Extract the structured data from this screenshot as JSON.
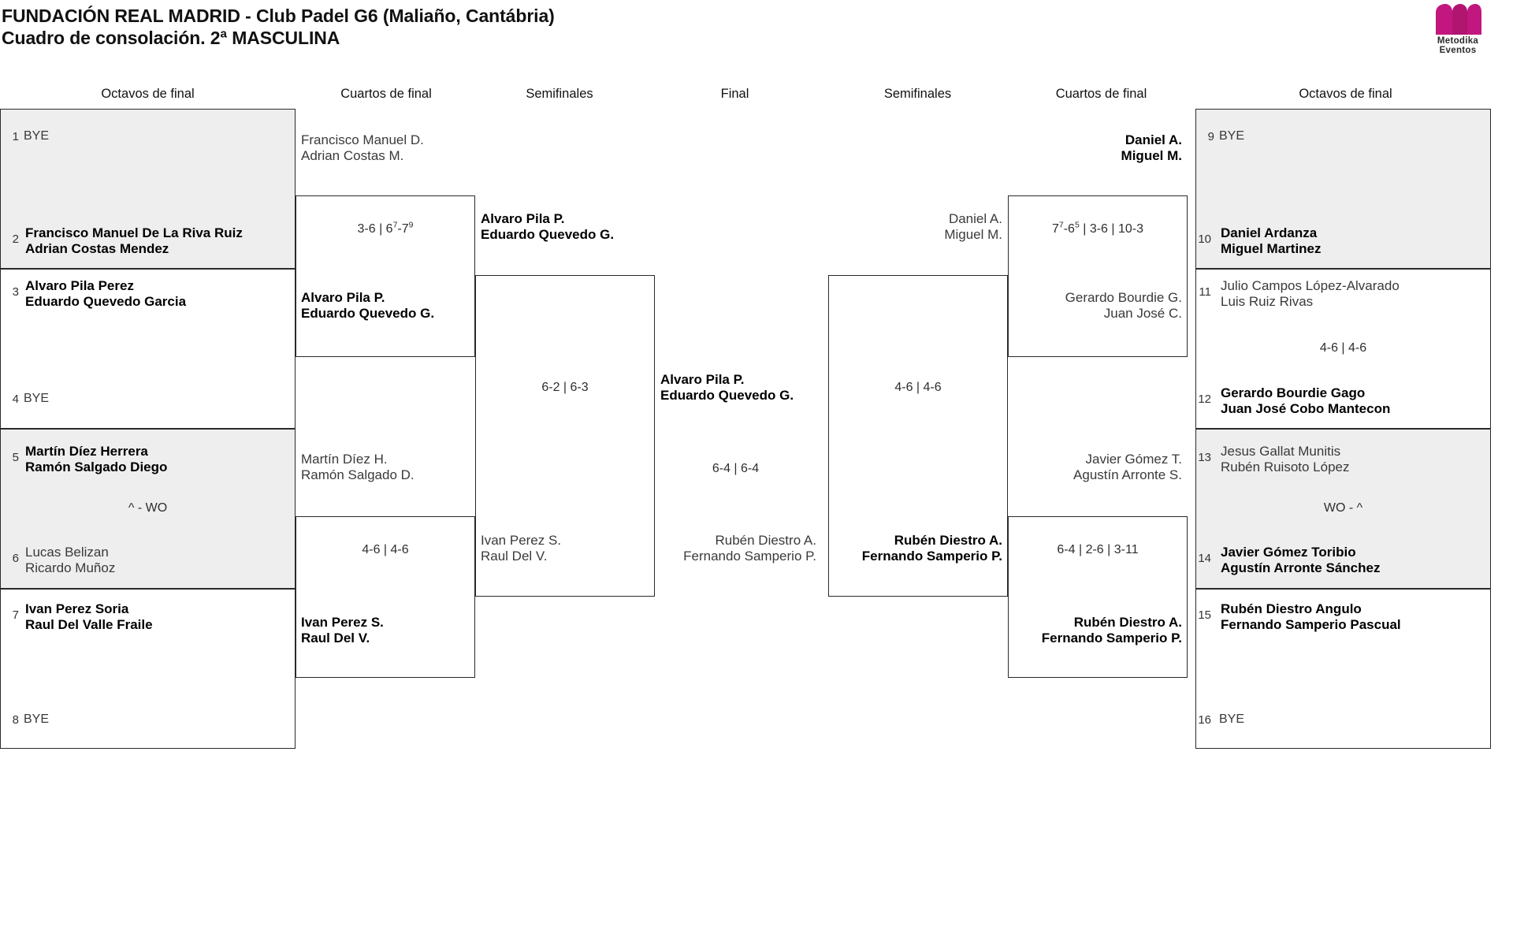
{
  "header": {
    "title_line1": "FUNDACIÓN REAL MADRID - Club Padel G6 (Maliaño, Cantábria)",
    "title_line2": "Cuadro de consolación. 2ª MASCULINA",
    "logo": {
      "name": "metodika-eventos-logo",
      "line1": "Metodika",
      "line2": "Eventos",
      "color": "#c2177e"
    }
  },
  "round_labels": {
    "left_octavos": "Octavos de final",
    "left_cuartos": "Cuartos de final",
    "left_semis": "Semifinales",
    "final": "Final",
    "right_semis": "Semifinales",
    "right_cuartos": "Cuartos de final",
    "right_octavos": "Octavos de final"
  },
  "bracket": {
    "left_octavos": [
      {
        "seed": "1",
        "bye": "BYE",
        "p1": "",
        "p2": "",
        "winner": false
      },
      {
        "seed": "2",
        "bye": "",
        "p1": "Francisco Manuel De La Riva Ruiz",
        "p2": "Adrian Costas Mendez",
        "winner": true
      },
      {
        "seed": "3",
        "bye": "",
        "p1": "Alvaro Pila Perez",
        "p2": "Eduardo Quevedo Garcia",
        "winner": true
      },
      {
        "seed": "4",
        "bye": "BYE",
        "p1": "",
        "p2": "",
        "winner": false
      },
      {
        "seed": "5",
        "bye": "",
        "p1": "Martín Díez Herrera",
        "p2": "Ramón Salgado Diego",
        "winner": true
      },
      {
        "seed": "6",
        "bye": "",
        "p1": "Lucas Belizan",
        "p2": "Ricardo Muñoz",
        "winner": false
      },
      {
        "seed": "7",
        "bye": "",
        "p1": "Ivan Perez Soria",
        "p2": "Raul Del Valle Fraile",
        "winner": true
      },
      {
        "seed": "8",
        "bye": "BYE",
        "p1": "",
        "p2": "",
        "winner": false
      }
    ],
    "left_octavos_scores": [
      {
        "text": "^ - WO",
        "match": "5v6"
      }
    ],
    "left_cuartos": [
      {
        "p1": "Francisco Manuel D.",
        "p2": "Adrian Costas M.",
        "winner": false
      },
      {
        "p1": "Alvaro Pila P.",
        "p2": "Eduardo Quevedo G.",
        "winner": true
      },
      {
        "p1": "Martín Díez H.",
        "p2": "Ramón Salgado D.",
        "winner": false
      },
      {
        "p1": "Ivan Perez S.",
        "p2": "Raul Del V.",
        "winner": true
      }
    ],
    "left_cuartos_scores": [
      {
        "pre": "3-6 | 6",
        "sup1": "7",
        "mid": "-7",
        "sup2": "9",
        "post": ""
      },
      {
        "pre": "4-6 | 4-6",
        "sup1": "",
        "mid": "",
        "sup2": "",
        "post": ""
      }
    ],
    "left_semis": [
      {
        "p1": "Alvaro Pila P.",
        "p2": "Eduardo Quevedo G.",
        "winner": true
      },
      {
        "p1": "Ivan Perez S.",
        "p2": "Raul Del V.",
        "winner": false
      }
    ],
    "left_semis_score": "6-2 | 6-3",
    "final": [
      {
        "p1": "Alvaro Pila P.",
        "p2": "Eduardo Quevedo G.",
        "winner": true
      },
      {
        "p1": "Rubén Diestro A.",
        "p2": "Fernando Samperio P.",
        "winner": false
      }
    ],
    "final_score": "6-4 | 6-4",
    "right_semis": [
      {
        "p1": "Daniel A.",
        "p2": "Miguel M.",
        "winner": false
      },
      {
        "p1": "Rubén Diestro A.",
        "p2": "Fernando Samperio P.",
        "winner": true
      }
    ],
    "right_semis_score": "4-6 | 4-6",
    "right_cuartos": [
      {
        "p1": "Daniel A.",
        "p2": "Miguel M.",
        "winner": true
      },
      {
        "p1": "Gerardo Bourdie G.",
        "p2": "Juan José C.",
        "winner": false
      },
      {
        "p1": "Javier Gómez T.",
        "p2": "Agustín Arronte S.",
        "winner": false
      },
      {
        "p1": "Rubén Diestro A.",
        "p2": "Fernando Samperio P.",
        "winner": true
      }
    ],
    "right_cuartos_scores": [
      {
        "pre": "7",
        "sup1": "7",
        "mid": "-6",
        "sup2": "5",
        "post": " | 3-6 | 10-3"
      },
      {
        "pre": "6-4 | 2-6 | 3-11",
        "sup1": "",
        "mid": "",
        "sup2": "",
        "post": ""
      }
    ],
    "right_octavos": [
      {
        "seed": "9",
        "bye": "BYE",
        "p1": "",
        "p2": "",
        "winner": false
      },
      {
        "seed": "10",
        "bye": "",
        "p1": "Daniel Ardanza",
        "p2": "Miguel Martinez",
        "winner": true
      },
      {
        "seed": "11",
        "bye": "",
        "p1": "Julio Campos López-Alvarado",
        "p2": "Luis Ruiz Rivas",
        "winner": false
      },
      {
        "seed": "12",
        "bye": "",
        "p1": "Gerardo Bourdie Gago",
        "p2": "Juan José Cobo Mantecon",
        "winner": true
      },
      {
        "seed": "13",
        "bye": "",
        "p1": "Jesus Gallat Munitis",
        "p2": "Rubén Ruisoto López",
        "winner": false
      },
      {
        "seed": "14",
        "bye": "",
        "p1": "Javier Gómez Toribio",
        "p2": "Agustín Arronte Sánchez",
        "winner": true
      },
      {
        "seed": "15",
        "bye": "",
        "p1": "Rubén Diestro Angulo",
        "p2": "Fernando Samperio Pascual",
        "winner": true
      },
      {
        "seed": "16",
        "bye": "BYE",
        "p1": "",
        "p2": "",
        "winner": false
      }
    ],
    "right_octavos_scores": [
      {
        "text": "4-6 | 4-6",
        "match": "11v12"
      },
      {
        "text": "WO - ^",
        "match": "13v14"
      }
    ]
  }
}
